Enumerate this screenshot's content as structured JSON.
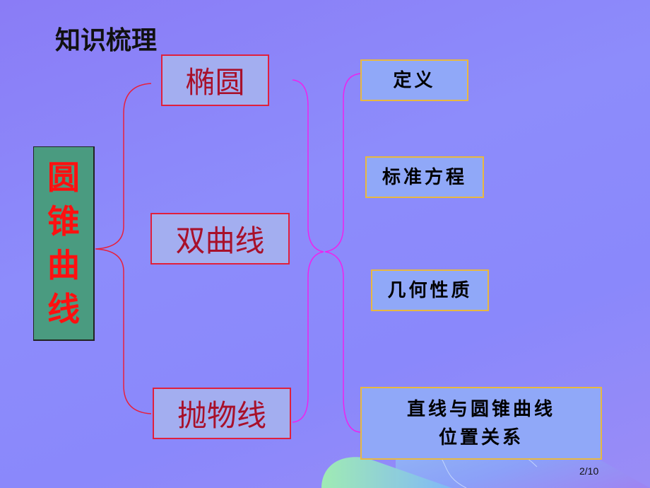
{
  "slide": {
    "title": "知识梳理",
    "page_number": "2/10"
  },
  "root": {
    "label": "圆锥曲线",
    "chars": [
      "圆",
      "锥",
      "曲",
      "线"
    ],
    "bg_color": "#4a9b80",
    "text_color": "#ff1010"
  },
  "curves": [
    {
      "label": "椭圆"
    },
    {
      "label": "双曲线"
    },
    {
      "label": "抛物线"
    }
  ],
  "topics": [
    {
      "label": "定义"
    },
    {
      "label": "标准方程"
    },
    {
      "label": "几何性质"
    },
    {
      "label_line1": "直线与圆锥曲线",
      "label_line2": "位置关系"
    }
  ],
  "colors": {
    "background": "#8d8cfb",
    "curve_box_fill": "#a3aef0",
    "curve_box_border": "#e0203c",
    "curve_text": "#a8102a",
    "topic_box_fill": "#90a8f8",
    "topic_box_border": "#e8b840",
    "left_bracket": "#e8203c",
    "right_bracket": "#ee22ee"
  }
}
